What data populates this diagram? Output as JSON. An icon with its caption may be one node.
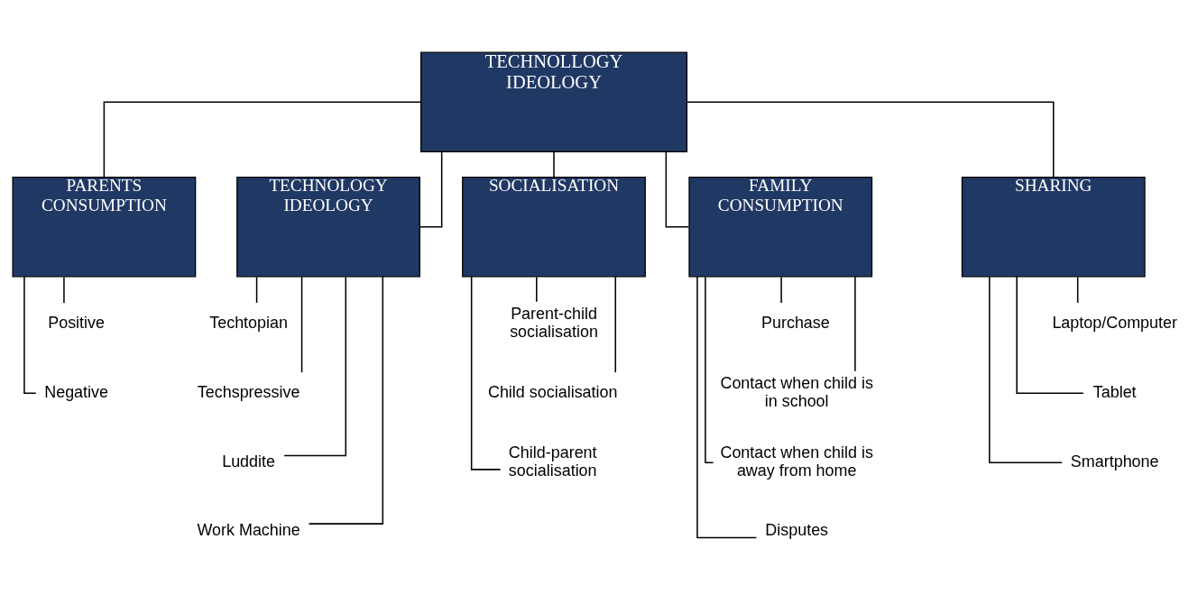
{
  "diagram": {
    "nodes": [
      {
        "text": [
          "TECHNOLLOGY IDEOLOGY"
        ]
      },
      {
        "text": [
          "PARENTS CONSUMPTION"
        ]
      },
      {
        "text": [
          "TECHNOLOGY IDEOLOGY"
        ]
      },
      {
        "text": [
          "SOCIALISATION"
        ]
      },
      {
        "text": [
          "FAMILY CONSUMPTION"
        ]
      },
      {
        "text": [
          "SHARING"
        ]
      },
      {
        "text": [
          "Positive"
        ]
      },
      {
        "text": [
          "Negative"
        ]
      },
      {
        "text": [
          "Techtopian"
        ]
      },
      {
        "text": [
          "Techspressive"
        ]
      },
      {
        "text": [
          "Luddite"
        ]
      },
      {
        "text": [
          "Work Machine"
        ]
      },
      {
        "text": [
          "Parent-child socialisation"
        ]
      },
      {
        "text": [
          "Child socialisation"
        ]
      },
      {
        "text": [
          "Child-parent socialisation"
        ]
      },
      {
        "text": [
          "Purchase"
        ]
      },
      {
        "text": [
          "Contact when child is in school"
        ]
      },
      {
        "text": [
          "Contact when child is away from home"
        ]
      },
      {
        "text": [
          "Disputes"
        ]
      },
      {
        "text": [
          "Laptop/Computer"
        ]
      },
      {
        "text": [
          "Tablet"
        ]
      },
      {
        "text": [
          "Smartphone"
        ]
      }
    ],
    "edges": [
      {
        "from": 0,
        "to": 1,
        "arrow": "none"
      },
      {
        "from": 0,
        "to": 2,
        "arrow": "none"
      },
      {
        "from": 0,
        "to": 3,
        "arrow": "none"
      },
      {
        "from": 0,
        "to": 4,
        "arrow": "none"
      },
      {
        "from": 0,
        "to": 5,
        "arrow": "none"
      },
      {
        "from": 1,
        "to": 6,
        "arrow": "none"
      },
      {
        "from": 1,
        "to": 7,
        "arrow": "none"
      },
      {
        "from": 2,
        "to": 8,
        "arrow": "none"
      },
      {
        "from": 2,
        "to": 9,
        "arrow": "none"
      },
      {
        "from": 2,
        "to": 10,
        "arrow": "none"
      },
      {
        "from": 2,
        "to": 11,
        "arrow": "none"
      },
      {
        "from": 3,
        "to": 12,
        "arrow": "none"
      },
      {
        "from": 3,
        "to": 13,
        "arrow": "none"
      },
      {
        "from": 3,
        "to": 14,
        "arrow": "none"
      },
      {
        "from": 4,
        "to": 15,
        "arrow": "none"
      },
      {
        "from": 4,
        "to": 16,
        "arrow": "none"
      },
      {
        "from": 4,
        "to": 17,
        "arrow": "none"
      },
      {
        "from": 4,
        "to": 18,
        "arrow": "none"
      },
      {
        "from": 5,
        "to": 19,
        "arrow": "none"
      },
      {
        "from": 5,
        "to": 20,
        "arrow": "none"
      },
      {
        "from": 5,
        "to": 21,
        "arrow": "none"
      }
    ]
  }
}
